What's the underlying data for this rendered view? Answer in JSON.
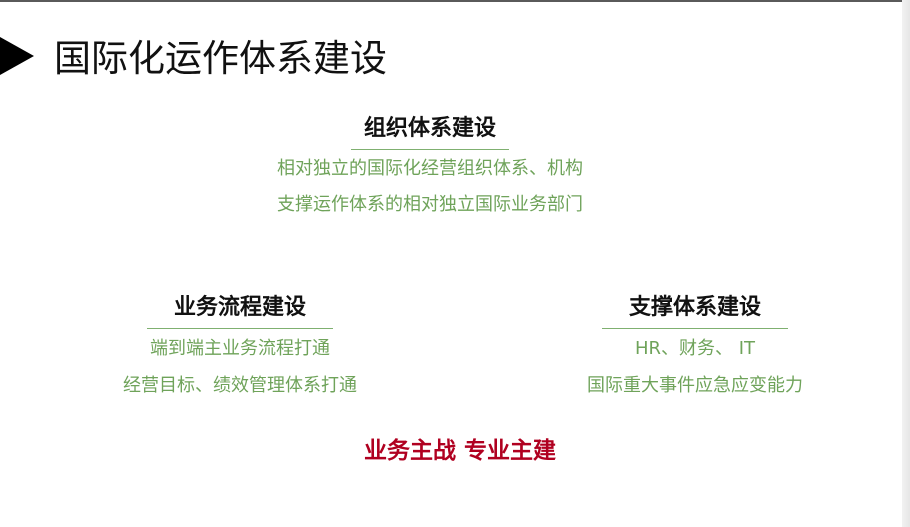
{
  "title": "国际化运作体系建设",
  "sections": {
    "organization": {
      "heading": "组织体系建设",
      "lines": [
        "相对独立的国际化经营组织体系、机构",
        "支撑运作体系的相对独立国际业务部门"
      ]
    },
    "process": {
      "heading": "业务流程建设",
      "lines": [
        "端到端主业务流程打通",
        "经营目标、绩效管理体系打通"
      ]
    },
    "support": {
      "heading": "支撑体系建设",
      "lines": [
        "HR、财务、 IT",
        "国际重大事件应急应变能力"
      ]
    }
  },
  "slogan": "业务主战  专业主建",
  "colors": {
    "heading": "#111111",
    "body_text": "#6fa35a",
    "rule": "#7fb070",
    "slogan": "#b00020"
  }
}
